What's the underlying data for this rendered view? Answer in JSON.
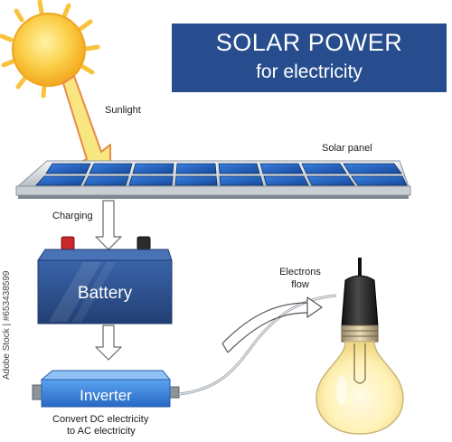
{
  "title": {
    "main": "SOLAR POWER",
    "sub": "for electricity"
  },
  "labels": {
    "sunlight": "Sunlight",
    "solar_panel": "Solar panel",
    "charging": "Charging",
    "battery": "Battery",
    "electrons_flow_line1": "Electrons",
    "electrons_flow_line2": "flow",
    "inverter": "Inverter",
    "convert_line1": "Convert DC electricity",
    "convert_line2": "to AC electricity"
  },
  "stock_id": "Adobe Stock | #653438599",
  "colors": {
    "title_bg": "#274d8e",
    "sun": "#fbc531",
    "sunlight_arrow": "#f7e36b",
    "panel_cell": "#1d5bb5",
    "battery": "#2a4e8d",
    "inverter": "#2f7fd8",
    "bulb_glow": "#fff6c8"
  }
}
